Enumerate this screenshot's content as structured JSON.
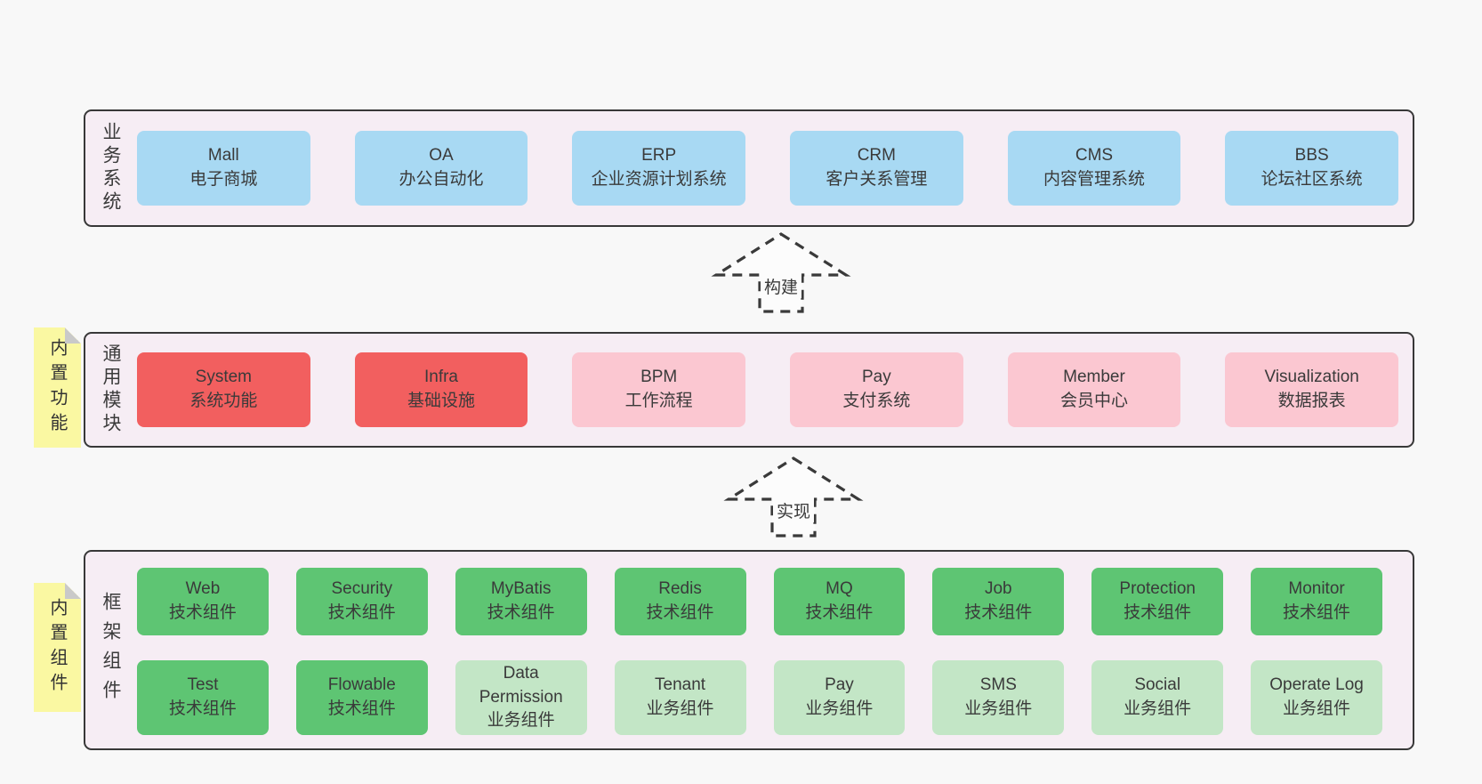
{
  "colors": {
    "page_bg": "#f8f8f8",
    "panel_bg": "#f6edf4",
    "panel_border": "#383838",
    "blue": "#a8d9f3",
    "red": "#f25f5f",
    "pink": "#fbc7d1",
    "green": "#5ec573",
    "light_green": "#c3e6c6",
    "note_yellow": "#faf8a2",
    "note_fold": "#c9c9c9",
    "text": "#3a3a3a"
  },
  "arrows": {
    "build": "构建",
    "implement": "实现"
  },
  "sections": {
    "business": {
      "label": "业务系统",
      "boxes": [
        {
          "name": "Mall",
          "sub": "电子商城",
          "variant": "blue"
        },
        {
          "name": "OA",
          "sub": "办公自动化",
          "variant": "blue"
        },
        {
          "name": "ERP",
          "sub": "企业资源计划系统",
          "variant": "blue"
        },
        {
          "name": "CRM",
          "sub": "客户关系管理",
          "variant": "blue"
        },
        {
          "name": "CMS",
          "sub": "内容管理系统",
          "variant": "blue"
        },
        {
          "name": "BBS",
          "sub": "论坛社区系统",
          "variant": "blue"
        }
      ]
    },
    "modules": {
      "label": "通用模块",
      "note": "内置功能",
      "boxes": [
        {
          "name": "System",
          "sub": "系统功能",
          "variant": "red"
        },
        {
          "name": "Infra",
          "sub": "基础设施",
          "variant": "red"
        },
        {
          "name": "BPM",
          "sub": "工作流程",
          "variant": "pink"
        },
        {
          "name": "Pay",
          "sub": "支付系统",
          "variant": "pink"
        },
        {
          "name": "Member",
          "sub": "会员中心",
          "variant": "pink"
        },
        {
          "name": "Visualization",
          "sub": "数据报表",
          "variant": "pink"
        }
      ]
    },
    "framework": {
      "label": "框架组件",
      "note": "内置组件",
      "boxes": [
        {
          "name": "Web",
          "sub": "技术组件",
          "variant": "green"
        },
        {
          "name": "Security",
          "sub": "技术组件",
          "variant": "green"
        },
        {
          "name": "MyBatis",
          "sub": "技术组件",
          "variant": "green"
        },
        {
          "name": "Redis",
          "sub": "技术组件",
          "variant": "green"
        },
        {
          "name": "MQ",
          "sub": "技术组件",
          "variant": "green"
        },
        {
          "name": "Job",
          "sub": "技术组件",
          "variant": "green"
        },
        {
          "name": "Protection",
          "sub": "技术组件",
          "variant": "green"
        },
        {
          "name": "Monitor",
          "sub": "技术组件",
          "variant": "green"
        },
        {
          "name": "Test",
          "sub": "技术组件",
          "variant": "green"
        },
        {
          "name": "Flowable",
          "sub": "技术组件",
          "variant": "green"
        },
        {
          "name": "Data Permission",
          "sub": "业务组件",
          "variant": "lightgreen"
        },
        {
          "name": "Tenant",
          "sub": "业务组件",
          "variant": "lightgreen"
        },
        {
          "name": "Pay",
          "sub": "业务组件",
          "variant": "lightgreen"
        },
        {
          "name": "SMS",
          "sub": "业务组件",
          "variant": "lightgreen"
        },
        {
          "name": "Social",
          "sub": "业务组件",
          "variant": "lightgreen"
        },
        {
          "name": "Operate Log",
          "sub": "业务组件",
          "variant": "lightgreen"
        }
      ]
    }
  }
}
